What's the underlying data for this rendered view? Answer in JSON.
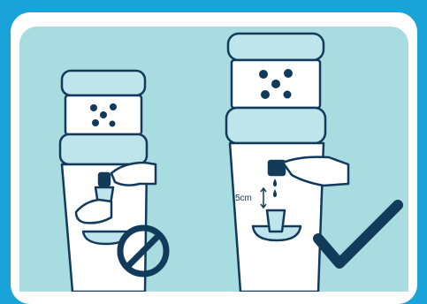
{
  "illustration": {
    "left_scene": {
      "caption": "",
      "verdict": "not-allowed"
    },
    "right_scene": {
      "caption": "",
      "verdict": "correct",
      "distance_label": "5cm"
    }
  },
  "icons": {
    "bottle_logo_left": "water-drop-logo-icon",
    "bottle_logo_right": "water-drop-logo-icon",
    "prohibited": "prohibited-icon",
    "check": "checkmark-icon"
  },
  "colors": {
    "frame": "#1aa3d9",
    "panel": "#ffffff",
    "background": "#a8dce0",
    "outline": "#123a5a",
    "bottle": "#bfe5ec",
    "white": "#ffffff"
  }
}
